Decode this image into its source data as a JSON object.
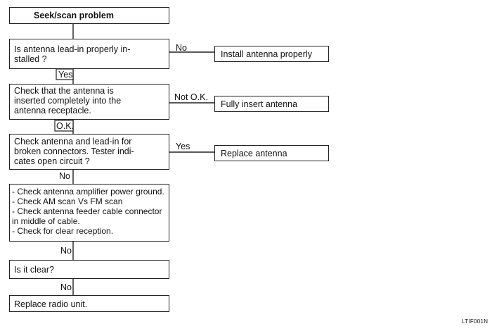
{
  "title": "Seek/scan problem",
  "steps": {
    "q1": "Is antenna lead-in properly in-\nstalled ?",
    "a1": "Install antenna properly",
    "q2": "Check that the antenna is\ninserted completely into the\nantenna receptacle.",
    "a2": "Fully insert antenna",
    "q3": "Check antenna and lead-in for\nbroken connectors. Tester indi-\ncates open circuit ?",
    "a3": "Replace antenna",
    "checks": "- Check antenna amplifier power ground.\n- Check AM scan Vs FM scan\n- Check antenna feeder cable connector\n   in middle of cable.\n- Check for clear reception.",
    "q4": "Is it clear?",
    "final": "Replace radio unit."
  },
  "labels": {
    "q1_right": "No",
    "q1_down": "Yes",
    "q2_right": "Not O.K.",
    "q2_down": "O.K.",
    "q3_right": "Yes",
    "q3_down": "No",
    "checks_down": "No",
    "q4_down": "No"
  },
  "figure_code": "LTIF001N"
}
